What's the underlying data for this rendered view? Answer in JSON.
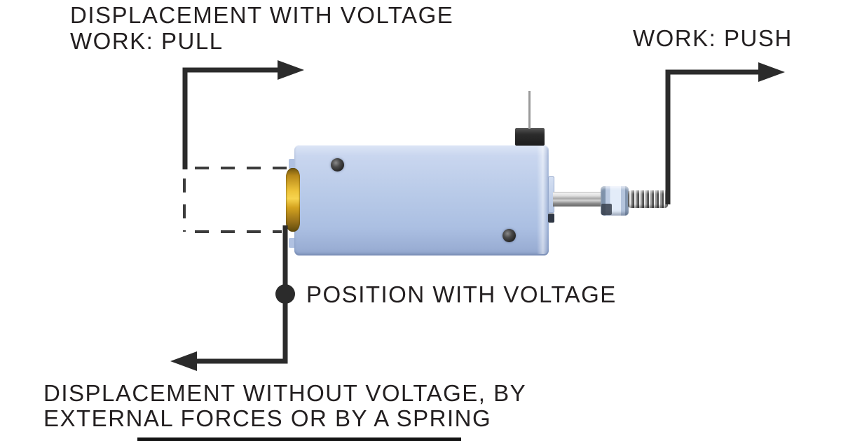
{
  "colors": {
    "text": "#231f20",
    "line": "#2b2b2b",
    "body_blue": "#b8cae8",
    "brass_gold": "#eec43a",
    "background": "#ffffff"
  },
  "labels": {
    "pull": {
      "line1": "DISPLACEMENT WITH VOLTAGE",
      "line2": "WORK: PULL"
    },
    "push": {
      "text": "WORK: PUSH"
    },
    "position": {
      "text": "POSITION WITH VOLTAGE"
    },
    "release": {
      "line1": "DISPLACEMENT WITHOUT VOLTAGE, BY",
      "line2": "EXTERNAL FORCES OR BY A SPRING"
    }
  },
  "icons": {
    "pull_arrow": "elbow-arrow-right",
    "push_arrow": "elbow-arrow-right",
    "release_arrow": "elbow-arrow-left",
    "position_marker": "filled-dot",
    "retracted_outline": "dashed-rectangle",
    "device": "solenoid-actuator-side-view"
  }
}
